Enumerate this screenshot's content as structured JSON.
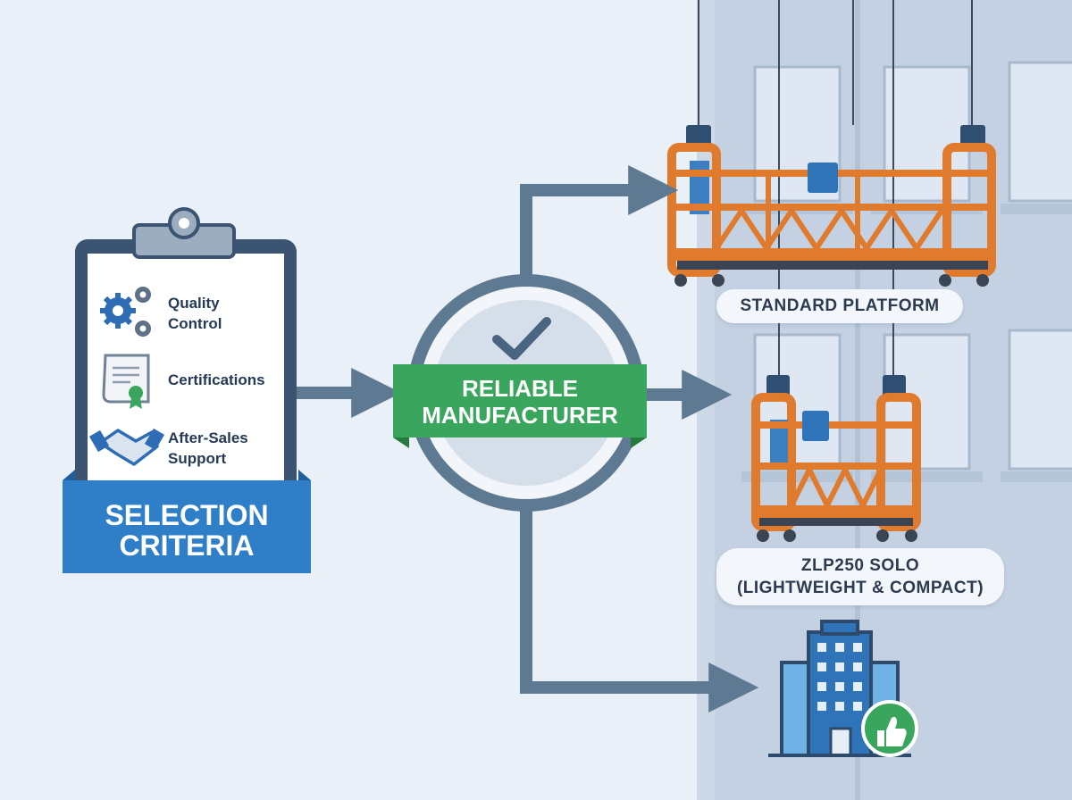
{
  "criteria": {
    "items": [
      {
        "icon": "gears-icon",
        "label": "Quality\nControl"
      },
      {
        "icon": "certificate-icon",
        "label": "Certifications"
      },
      {
        "icon": "handshake-icon",
        "label": "After-Sales\nSupport"
      }
    ],
    "banner": "SELECTION\nCRITERIA"
  },
  "hub": {
    "label": "RELIABLE\nMANUFACTURER",
    "icon": "checkmark-icon"
  },
  "outcomes": [
    {
      "label": "STANDARD PLATFORM",
      "icon": "gondola-platform-icon"
    },
    {
      "label": "ZLP250 SOLO\n(LIGHTWEIGHT & COMPACT)",
      "icon": "solo-platform-icon"
    },
    {
      "label": "",
      "icon": "building-thumbs-up-icon"
    }
  ],
  "colors": {
    "background": "#eaf0f7",
    "arrow": "#5e7a93",
    "banner_blue": "#2e7ec8",
    "hub_green": "#3aa55d",
    "platform_orange": "#e07a2c",
    "building": "#c9d6e5"
  }
}
